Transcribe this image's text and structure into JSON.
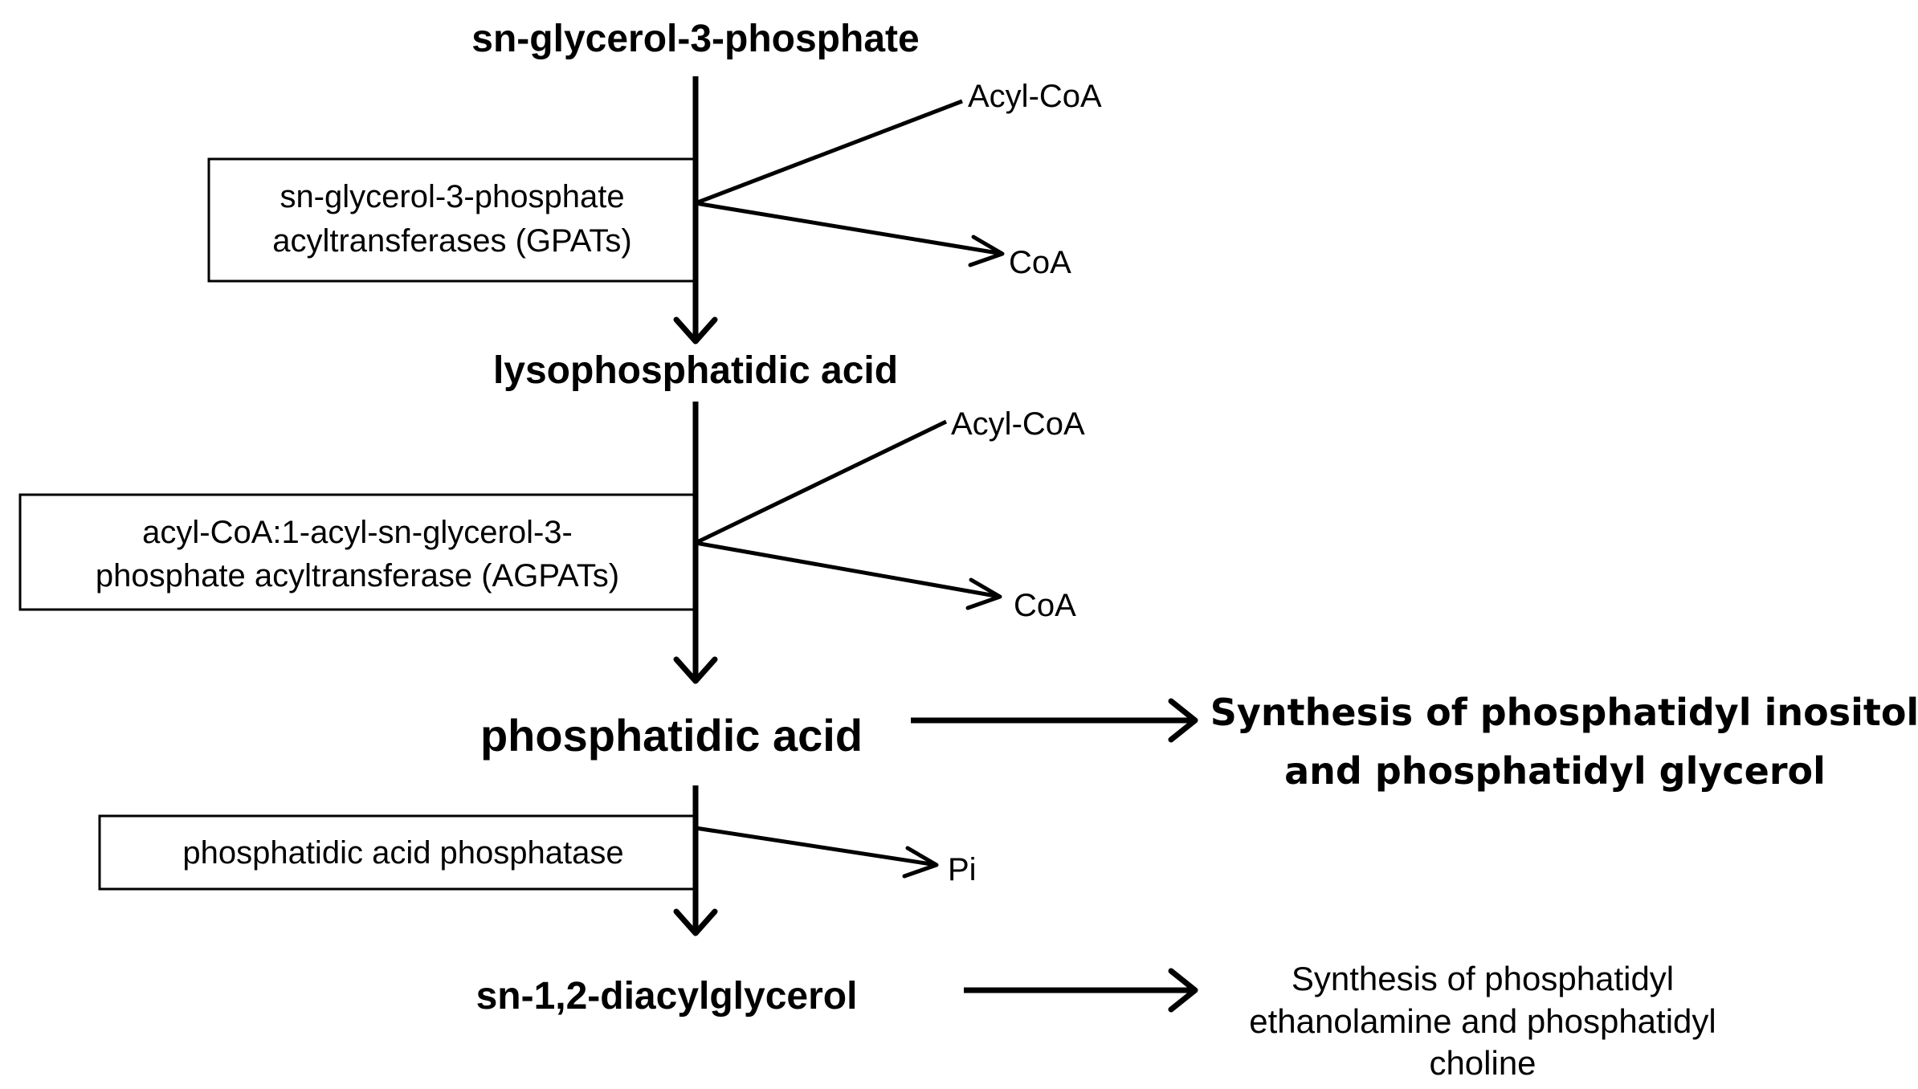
{
  "metabolites": {
    "g3p": "sn-glycerol-3-phosphate",
    "lpa": "lysophosphatidic acid",
    "pa": "phosphatidic acid",
    "dag": "sn-1,2-diacylglycerol"
  },
  "enzymes": {
    "gpat_line1": "sn-glycerol-3-phosphate",
    "gpat_line2": "acyltransferases (GPATs)",
    "agpat_line1": "acyl-CoA:1-acyl-sn-glycerol-3-",
    "agpat_line2": "phosphate acyltransferase (AGPATs)",
    "pap": "phosphatidic acid phosphatase"
  },
  "cofactors": {
    "step1_in": "Acyl-CoA",
    "step1_out": "CoA",
    "step2_in": "Acyl-CoA",
    "step2_out": "CoA",
    "step3_out": "Pi"
  },
  "products": {
    "pa_branch_line1": "Synthesis of phosphatidyl inositol",
    "pa_branch_line2": "and phosphatidyl glycerol",
    "dag_branch_line1": "Synthesis of phosphatidyl",
    "dag_branch_line2": "ethanolamine and phosphatidyl",
    "dag_branch_line3": "choline"
  }
}
